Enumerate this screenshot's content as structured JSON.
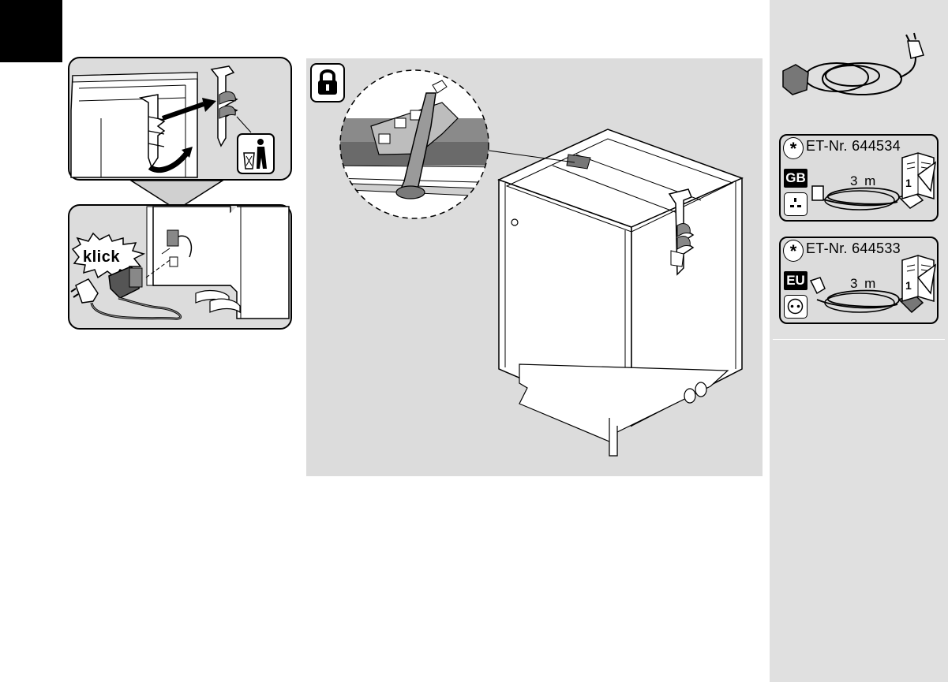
{
  "page": {
    "klick_label": "klick",
    "icons": {
      "lock": "lock-icon",
      "trash": "trash-bin-icon",
      "cord": "power-cord-icon",
      "manual": "manual-book-icon"
    },
    "colors": {
      "panel": "#dcdcdc",
      "strip": "#e0e0e0",
      "ink": "#000000"
    }
  },
  "parts": [
    {
      "etnr": "ET-Nr. 644534",
      "region": "GB",
      "length": "3 m",
      "manual_page": "1"
    },
    {
      "etnr": "ET-Nr. 644533",
      "region": "EU",
      "length": "3 m",
      "manual_page": "1"
    }
  ]
}
